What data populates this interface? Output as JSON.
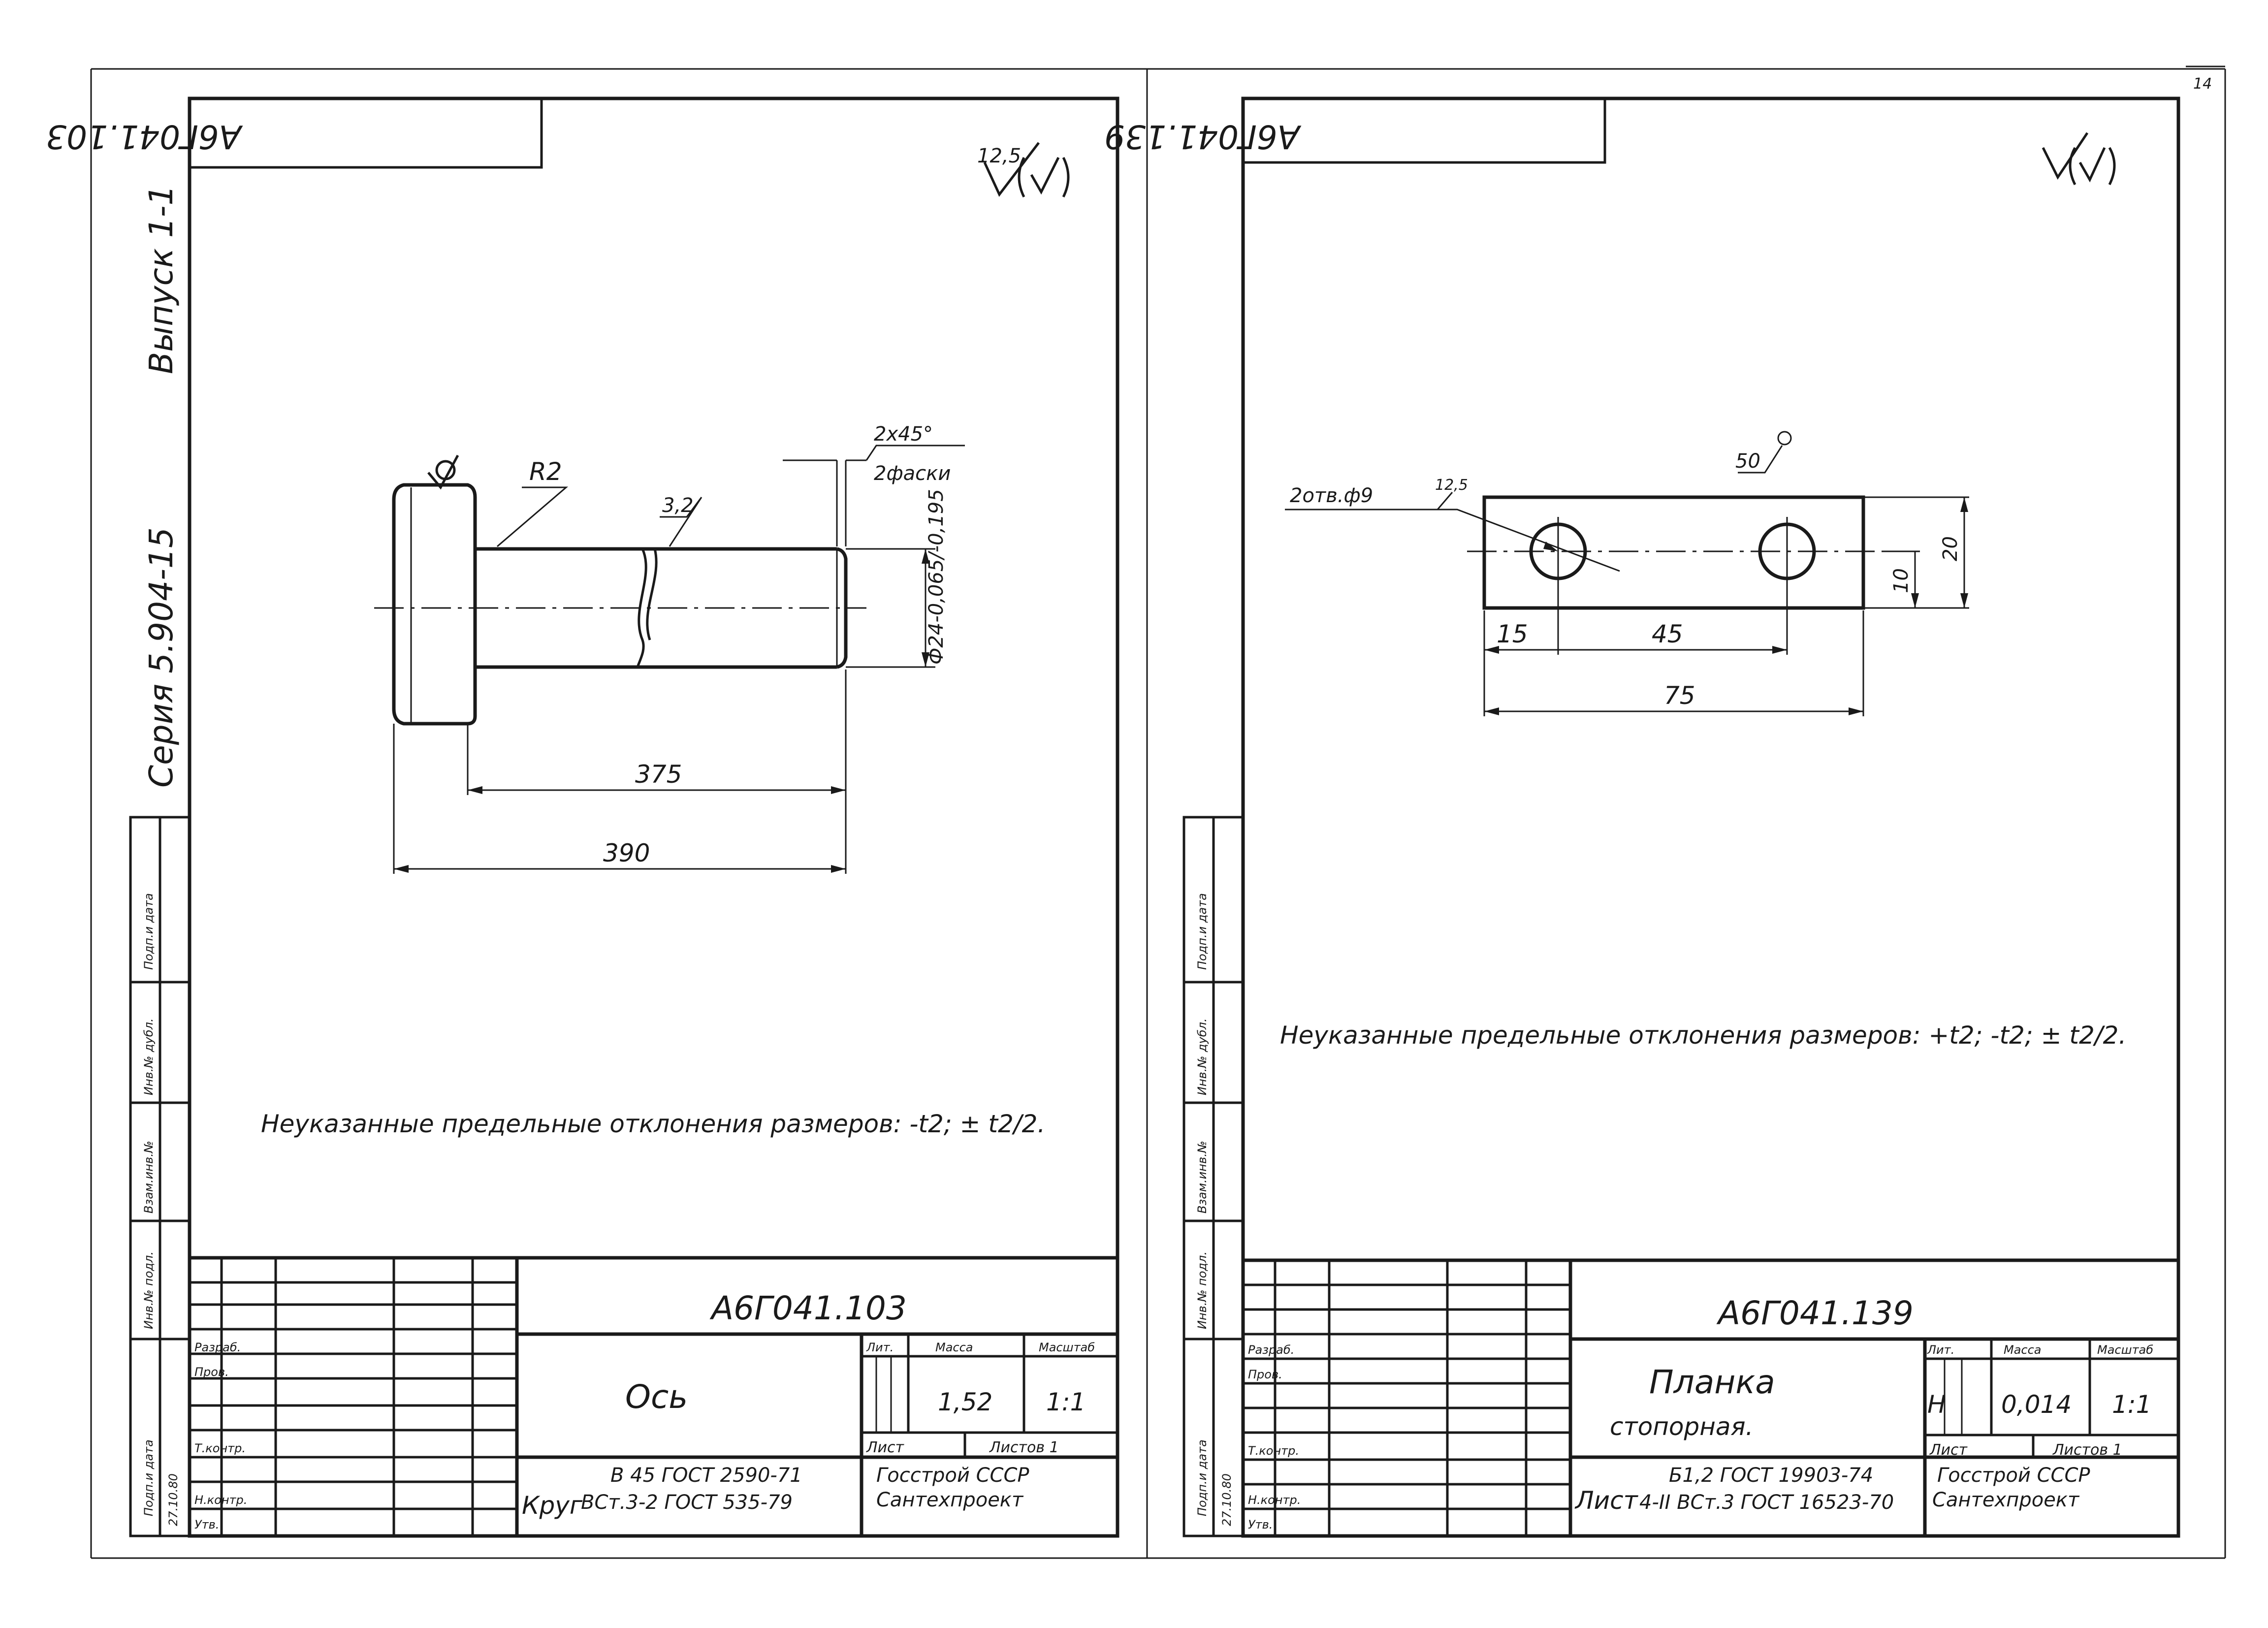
{
  "corner_mark": "14",
  "series_label": "Серия 5.904-15",
  "issue_label": "Выпуск 1-1",
  "side_columns": [
    "Подп.и дата",
    "Инв.№ дубл.",
    "Взам.инв.№",
    "Инв.№ подл.",
    "Подп.и дата"
  ],
  "stamp_headers": [
    "Разраб.",
    "Пров.",
    "Т.контр.",
    "Н.контр.",
    "Утв."
  ],
  "left_sheet": {
    "code_top": "А6Г041.103",
    "roughness": "12,5",
    "drawing": {
      "chamfer": "2x45°",
      "chamfer_note": "2фаски",
      "radius": "R2",
      "surface": "3,2",
      "diameter": "Ф24-0,065/-0,195",
      "dim_375": "375",
      "dim_390": "390"
    },
    "note": "Неуказанные предельные отклонения размеров: -t2; ± t2/2.",
    "title_block": {
      "code": "А6Г041.103",
      "name": "Ось",
      "mass": "1,52",
      "scale": "1:1",
      "sheet": "Лист",
      "sheets": "Листов 1",
      "material_line1": "В 45 ГОСТ 2590-71",
      "material_prefix": "Круг",
      "material_line2": "ВСт.3-2 ГОСТ 535-79",
      "org_line1": "Госстрой СССР",
      "org_line2": "Сантехпроект",
      "date": "27.10.80",
      "col_headers": [
        "Лит.",
        "Масса",
        "Масштаб"
      ]
    }
  },
  "right_sheet": {
    "code_top": "А6Г041.139",
    "drawing": {
      "holes": "2отв.ф9",
      "roughness_holes": "12,5",
      "roughness_top": "50",
      "dim_15": "15",
      "dim_45": "45",
      "dim_75": "75",
      "dim_10": "10",
      "dim_20": "20"
    },
    "note": "Неуказанные предельные отклонения размеров: +t2; -t2; ± t2/2.",
    "title_block": {
      "code": "А6Г041.139",
      "name_line1": "Планка",
      "name_line2": "стопорная.",
      "mass": "0,014",
      "scale": "1:1",
      "sheet": "Лист",
      "sheets": "Листов 1",
      "material_line1": "Б1,2 ГОСТ 19903-74",
      "material_prefix": "Лист",
      "material_line2": "4-II ВСт.3 ГОСТ 16523-70",
      "org_line1": "Госстрой СССР",
      "org_line2": "Сантехпроект",
      "date": "27.10.80",
      "col_headers": [
        "Лит.",
        "Масса",
        "Масштаб"
      ],
      "litera": "Н"
    }
  }
}
